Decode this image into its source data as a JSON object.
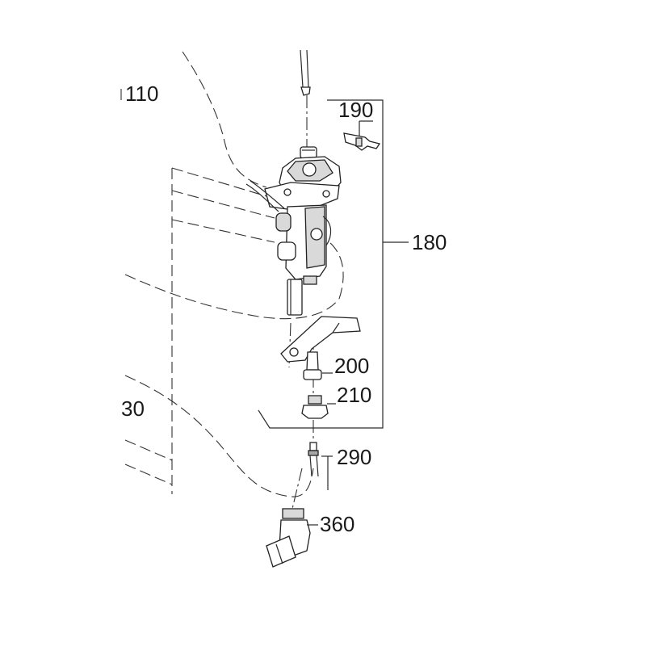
{
  "callouts": [
    {
      "id": "110",
      "label": "110"
    },
    {
      "id": "190",
      "label": "190"
    },
    {
      "id": "180",
      "label": "180"
    },
    {
      "id": "200",
      "label": "200"
    },
    {
      "id": "210",
      "label": "210"
    },
    {
      "id": "30",
      "label": "30"
    },
    {
      "id": "290",
      "label": "290"
    },
    {
      "id": "360",
      "label": "360"
    }
  ]
}
